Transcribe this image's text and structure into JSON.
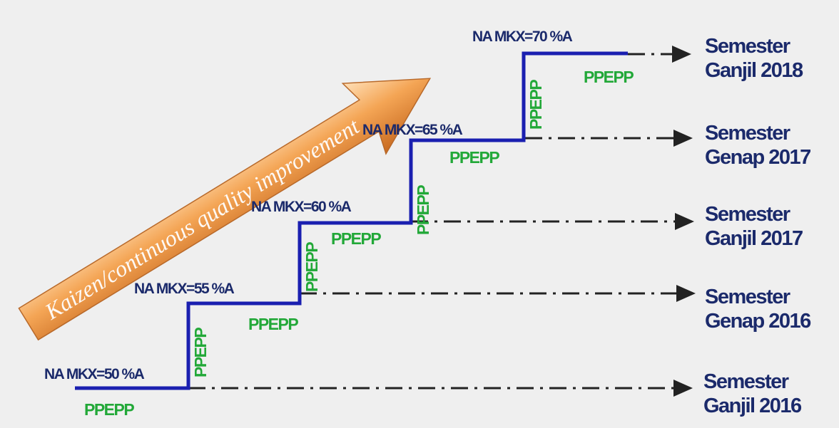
{
  "arrow_text": "Kaizen/continuous quality improvement",
  "steps": [
    {
      "label": "NA MKX=50 %A",
      "ppepp": "PPEPP",
      "ppepp_vertical": "PPEPP"
    },
    {
      "label": "NA MKX=55 %A",
      "ppepp": "PPEPP",
      "ppepp_vertical": "PPEPP"
    },
    {
      "label": "NA MKX=60 %A",
      "ppepp": "PPEPP",
      "ppepp_vertical": "PPEPP"
    },
    {
      "label": "NA MKX=65 %A",
      "ppepp": "PPEPP",
      "ppepp_vertical": "PPEPP"
    },
    {
      "label": "NA MKX=70 %A",
      "ppepp": "PPEPP"
    }
  ],
  "semesters": [
    {
      "line1": "Semester",
      "line2": "Ganjil 2018"
    },
    {
      "line1": "Semester",
      "line2": "Genap 2017"
    },
    {
      "line1": "Semester",
      "line2": "Ganjil 2017"
    },
    {
      "line1": "Semester",
      "line2": "Genap 2016"
    },
    {
      "line1": "Semester",
      "line2": "Ganjil 2016"
    }
  ],
  "colors": {
    "background": "#efefef",
    "step_line": "#1a1fb0",
    "label": "#1b2a6b",
    "ppepp": "#22a838",
    "arrow": "#f0a050"
  }
}
